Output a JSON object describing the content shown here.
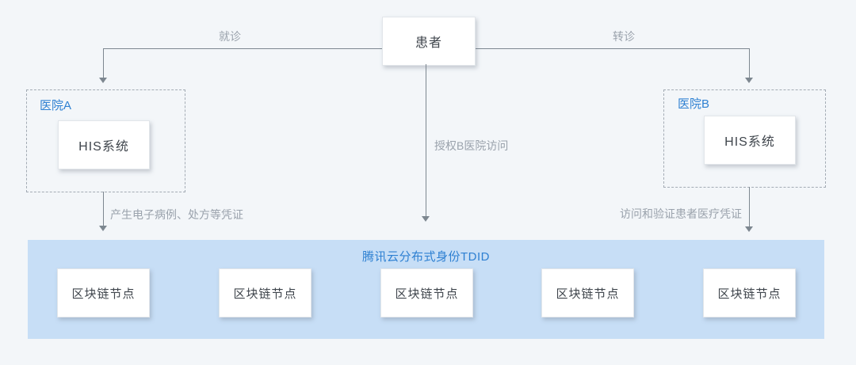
{
  "diagram": {
    "patient": {
      "label": "患者"
    },
    "edges": {
      "visit_label": "就诊",
      "referral_label": "转诊",
      "authorize_label": "授权B医院访问",
      "generate_label": "产生电子病例、处方等凭证",
      "verify_label": "访问和验证患者医疗凭证"
    },
    "hospital_a": {
      "name": "医院A",
      "system": "HIS系统"
    },
    "hospital_b": {
      "name": "医院B",
      "system": "HIS系统"
    },
    "tdid_platform": {
      "title": "腾讯云分布式身份TDID",
      "nodes": [
        "区块链节点",
        "区块链节点",
        "区块链节点",
        "区块链节点",
        "区块链节点"
      ]
    },
    "colors": {
      "accent_blue": "#2e80d2",
      "band_background": "#c7def6",
      "line_gray": "#7d8790",
      "label_gray": "#9aa2ac",
      "canvas_background": "#f3f6f9",
      "box_text": "#3f454c"
    }
  }
}
